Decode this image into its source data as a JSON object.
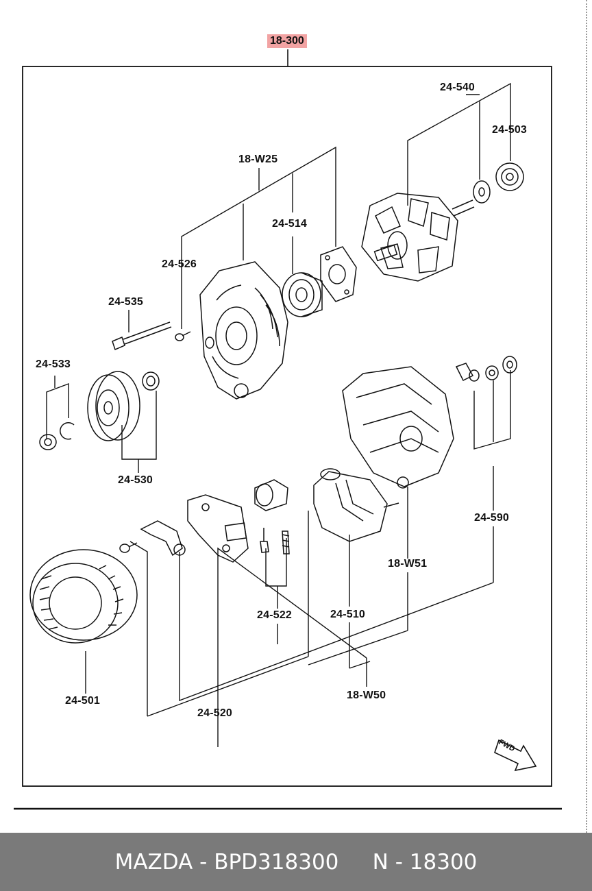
{
  "assembly_tag": "18-300",
  "direction_marker": "FWD",
  "footer": {
    "brand": "MAZDA",
    "separator": " - ",
    "part_number": "BPD318300",
    "group_prefix": "N",
    "group_number": "18300"
  },
  "callouts": {
    "c24540": "24-540",
    "c24503": "24-503",
    "c18W25": "18-W25",
    "c24514": "24-514",
    "c24526": "24-526",
    "c24535": "24-535",
    "c24533": "24-533",
    "c24530": "24-530",
    "c24590": "24-590",
    "c18W51": "18-W51",
    "c24522": "24-522",
    "c24510": "24-510",
    "c24501": "24-501",
    "c18W50": "18-W50",
    "c24520": "24-520"
  }
}
